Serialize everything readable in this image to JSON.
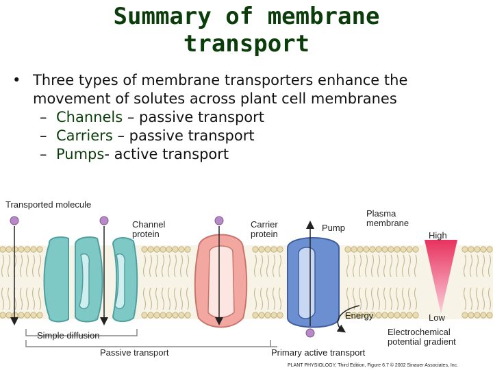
{
  "title": {
    "line1": "Summary of membrane",
    "line2": "transport"
  },
  "bullets": {
    "main": "Three types of membrane transporters enhance the movement of solutes across plant cell membranes",
    "items": [
      {
        "term": "Channels",
        "sep": " – ",
        "desc": "passive transport"
      },
      {
        "term": "Carriers",
        "sep": " – ",
        "desc": "passive transport"
      },
      {
        "term": "Pumps",
        "sep": "- ",
        "desc": "active transport"
      }
    ]
  },
  "figure": {
    "transported_molecule": "Transported molecule",
    "channel_protein": [
      "Channel",
      "protein"
    ],
    "carrier_protein": [
      "Carrier",
      "protein"
    ],
    "pump": "Pump",
    "plasma_membrane": [
      "Plasma",
      "membrane"
    ],
    "high": "High",
    "low": "Low",
    "energy": "Energy",
    "simple_diffusion": "Simple diffusion",
    "passive_transport": "Passive transport",
    "primary_active_transport": "Primary active transport",
    "gradient": [
      "Electrochemical",
      "potential gradient"
    ],
    "credit": "PLANT PHYSIOLOGY, Third Edition, Figure 6.7 © 2002 Sinauer Associates, Inc.",
    "colors": {
      "channel": "#7ec9c6",
      "carrier": "#f2a8a0",
      "pump": "#6b8fd0",
      "lipid_head": "#e8dcb0",
      "molecule": "#b988c8",
      "gradient_high": "#e8325e"
    }
  }
}
